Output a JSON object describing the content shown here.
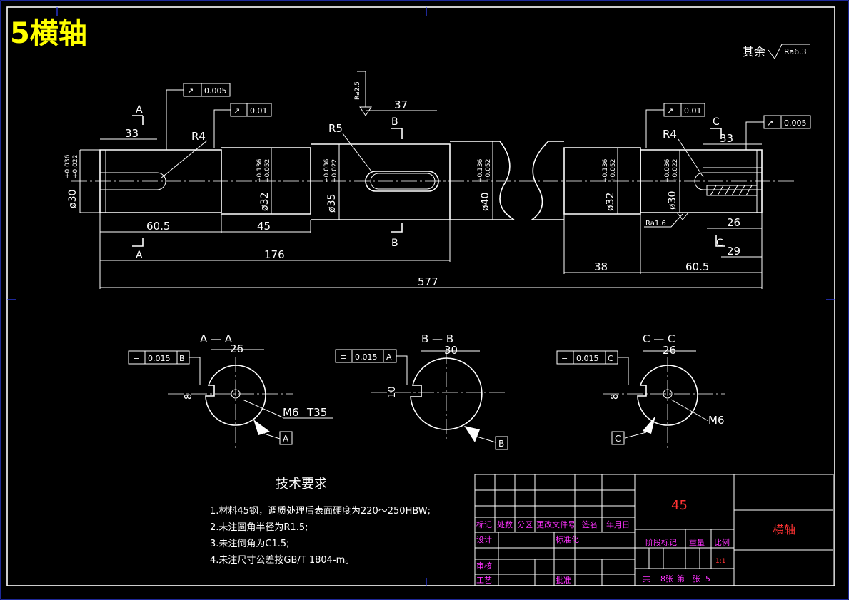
{
  "title": "5横轴",
  "roughness_note": {
    "prefix": "其余",
    "value": "Ra6.3"
  },
  "gdt": {
    "runout_1": "0.005",
    "runout_2": "0.01",
    "runout_3": "0.01",
    "runout_4": "0.005",
    "sym_a": "0.015",
    "sym_a_ref": "B",
    "sym_b": "0.015",
    "sym_b_ref": "A",
    "sym_c": "0.015",
    "sym_c_ref": "C"
  },
  "dims": {
    "d33a": "33",
    "d37": "37",
    "d33b": "33",
    "d60_5a": "60.5",
    "d45": "45",
    "d176": "176",
    "d577": "577",
    "d38": "38",
    "d60_5b": "60.5",
    "d26top": "26",
    "d29": "29",
    "r4a": "R4",
    "r5": "R5",
    "r4b": "R4",
    "dia30a": "ø30",
    "tol30a_up": "+0.036",
    "tol30a_lo": "+0.022",
    "dia32a": "ø32",
    "tol32a_up": "+0.136",
    "tol32a_lo": "+0.052",
    "dia35": "ø35",
    "tol35_up": "+0.036",
    "tol35_lo": "+0.022",
    "dia40": "ø40",
    "tol40_up": "+0.136",
    "tol40_lo": "+0.052",
    "dia32b": "ø32",
    "tol32b_up": "+0.136",
    "tol32b_lo": "+0.052",
    "dia30b": "ø30",
    "tol30b_up": "+0.036",
    "tol30b_lo": "+0.022",
    "ra25": "Ra2.5",
    "ra16": "Ra1.6"
  },
  "section_labels": {
    "a_top": "A",
    "a_bot": "A",
    "b_top": "B",
    "b_bot": "B",
    "c_top": "C",
    "c_bot": "C"
  },
  "sections": [
    {
      "title": "A — A",
      "width": "26",
      "depth": "8",
      "note": "M6",
      "note2": "T35",
      "datum": "A"
    },
    {
      "title": "B — B",
      "width": "30",
      "depth": "10",
      "datum": "B"
    },
    {
      "title": "C — C",
      "width": "26",
      "depth": "8",
      "note": "M6",
      "datum": "C"
    }
  ],
  "requirements": {
    "heading": "技术要求",
    "items": [
      "1.材料45钢，调质处理后表面硬度为220～250HBW;",
      "2.未注圆角半径为R1.5;",
      "3.未注倒角为C1.5;",
      "4.未注尺寸公差按GB/T 1804-m。"
    ]
  },
  "title_block": {
    "material": "45",
    "part_name": "横轴",
    "labels": {
      "mark": "标记",
      "count": "处数",
      "zone": "分区",
      "doc": "更改文件号",
      "sign": "签名",
      "date": "年月日",
      "design": "设计",
      "std": "标准化",
      "stage": "阶段标记",
      "weight": "重量",
      "scale": "比例",
      "check": "审核",
      "process": "工艺",
      "approve": "批准"
    },
    "scale_value": "1:1",
    "sheets": {
      "total_label": "共",
      "total": "8",
      "unit_a": "张",
      "of_label": "第",
      "unit_b": "张",
      "num": "5"
    }
  },
  "colors": {
    "frame": "#3344ff",
    "lines": "#ffffff",
    "title": "#ffff00",
    "block_text": "#ff33ff",
    "material": "#ff3333"
  }
}
